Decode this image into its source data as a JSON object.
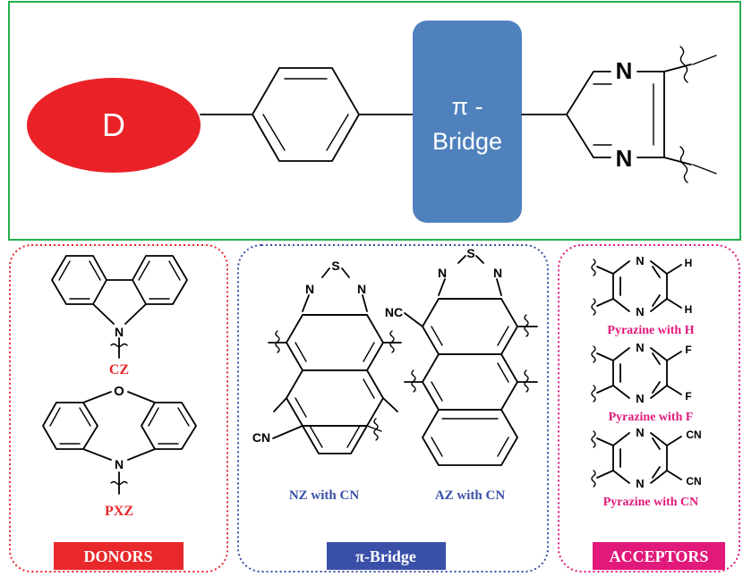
{
  "top": {
    "donor_label": "D",
    "bridge_line1": "π -",
    "bridge_line2": "Bridge",
    "pyrazine_n_top": "N",
    "pyrazine_n_bottom": "N"
  },
  "donors": {
    "cz_label": "CZ",
    "pxz_label": "PXZ",
    "cz_n": "N",
    "pxz_n": "N",
    "pxz_o": "O",
    "caption": "DONORS"
  },
  "bridges": {
    "nz_label": "NZ with CN",
    "az_label": "AZ with CN",
    "nz_n_left": "N",
    "nz_n_right": "N",
    "nz_s": "S",
    "nz_cn": "CN",
    "az_n_left": "N",
    "az_n_right": "N",
    "az_s": "S",
    "az_cn": "NC",
    "caption": "π-Bridge"
  },
  "acceptors": {
    "items": [
      {
        "label": "Pyrazine with H",
        "sub": "H"
      },
      {
        "label": "Pyrazine with F",
        "sub": "F"
      },
      {
        "label": "Pyrazine with CN",
        "sub": "CN"
      }
    ],
    "n": "N",
    "caption": "ACCEPTORS"
  },
  "colors": {
    "top_border": "#22b14c",
    "donor_fill": "#ea2228",
    "bridge_fill": "#4f81bd",
    "donors_border": "#e8282a",
    "bridge_border": "#3a4fa8",
    "acceptors_border": "#e0197a"
  }
}
